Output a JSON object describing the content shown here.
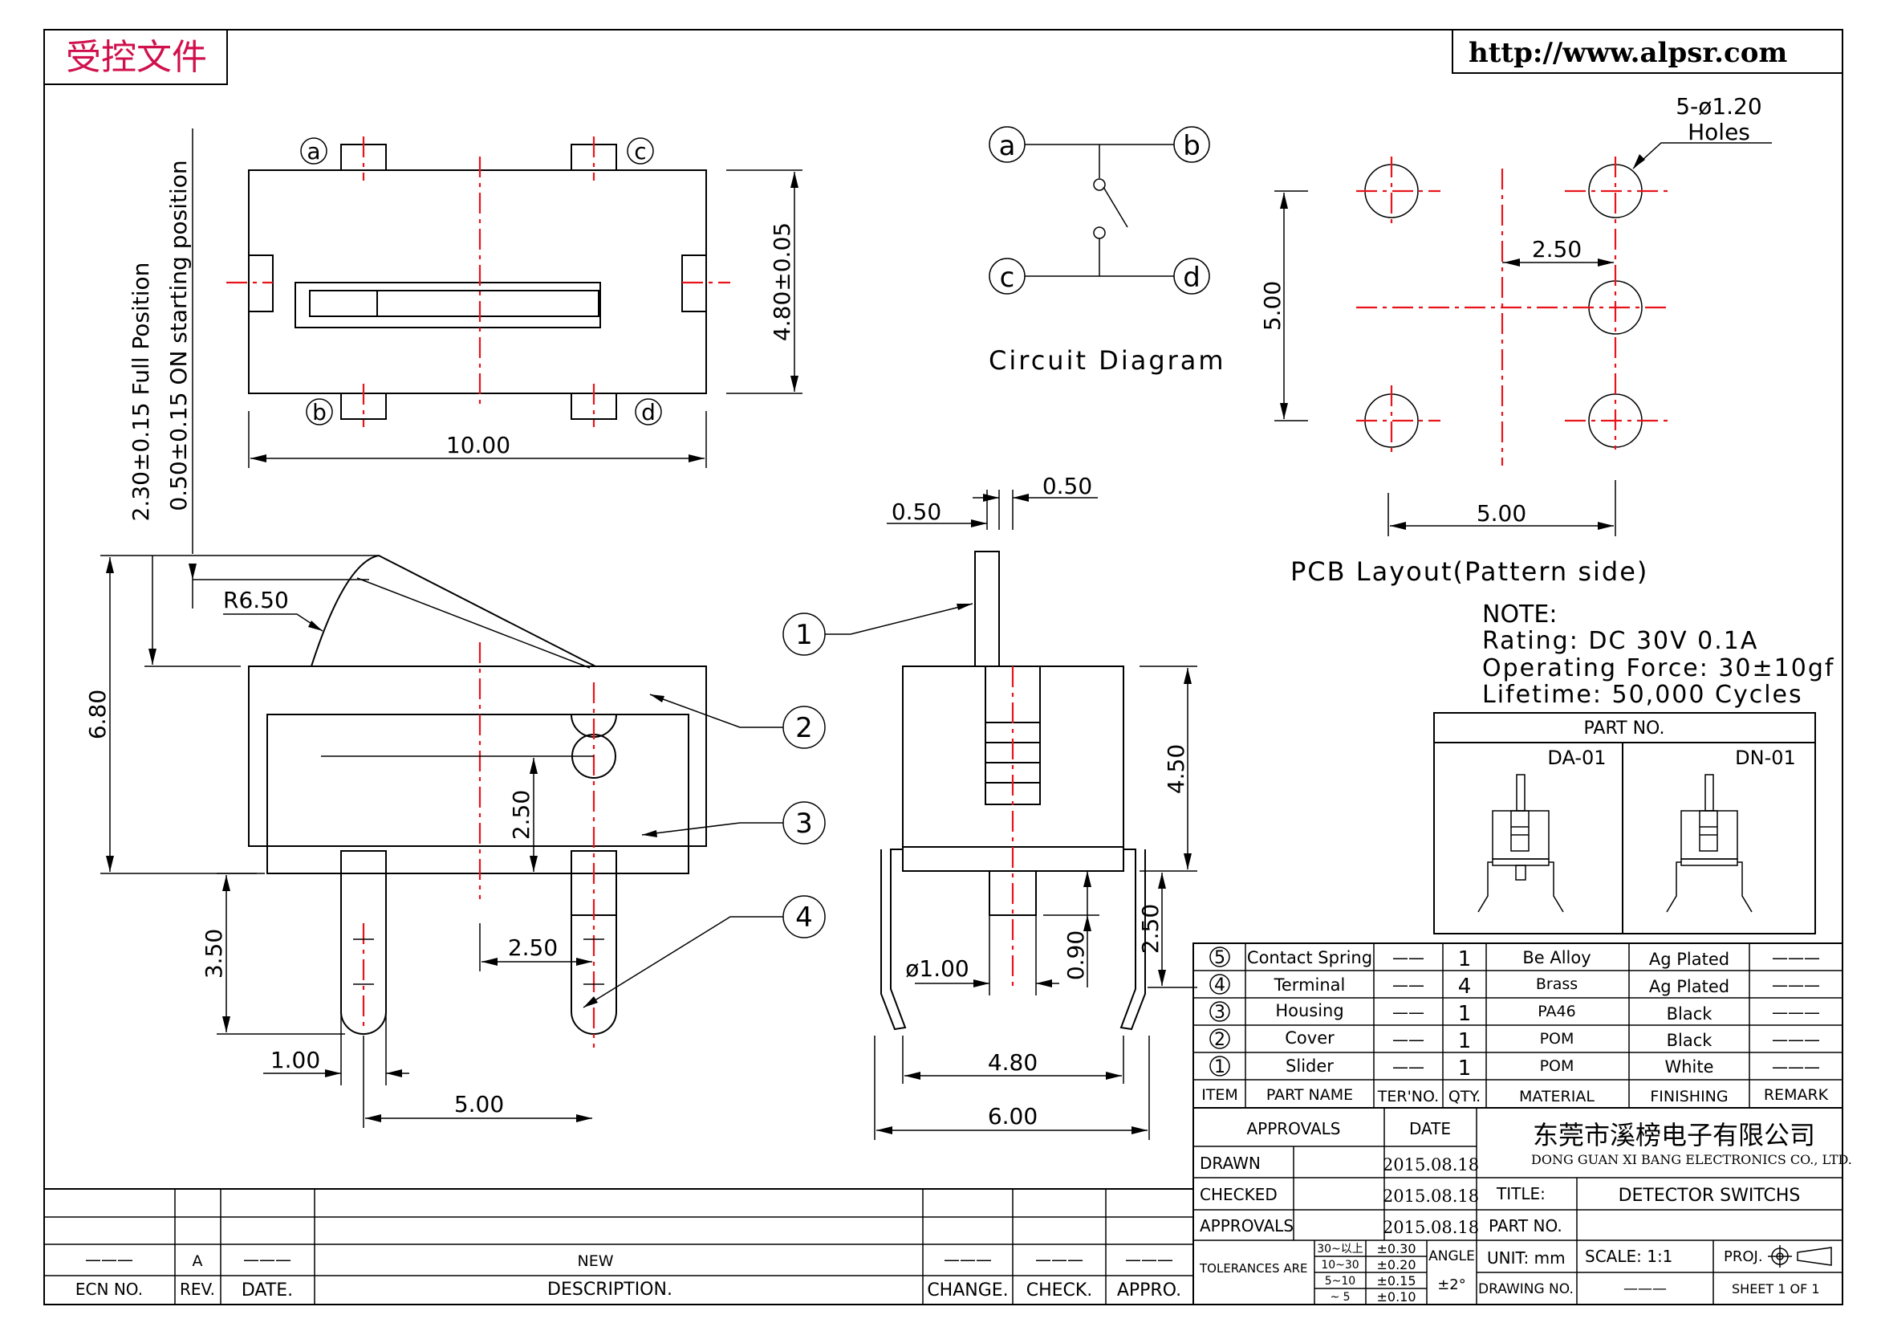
{
  "stamp": "受控文件",
  "website": "http://www.alpsr.com",
  "top_view": {
    "dim_width": "10.00",
    "dim_height": "4.80±0.05",
    "pins": [
      "a",
      "c",
      "b",
      "d"
    ],
    "pos_full": "2.30±0.15 Full Position",
    "pos_on": "0.50±0.15 ON starting position"
  },
  "circuit": {
    "title": "Circuit Diagram",
    "terminals": [
      "a",
      "b",
      "c",
      "d"
    ]
  },
  "pcb": {
    "title": "PCB Layout(Pattern side)",
    "holes_label": [
      "5-ø1.20",
      "Holes"
    ],
    "dim_pitch": "2.50",
    "dim_height": "5.00",
    "dim_width": "5.00"
  },
  "notes": {
    "heading": "NOTE:",
    "lines": [
      "Rating: DC 30V 0.1A",
      "Operating Force: 30±10gf",
      "Lifetime:  50,000 Cycles"
    ]
  },
  "front_view": {
    "dim_radius": "R6.50",
    "dim_total": "6.80",
    "dim_slider": "2.50",
    "dim_pin": "3.50",
    "dim_pin_w": "1.00",
    "dim_pin_gap": "2.50",
    "dim_pitch": "5.00",
    "callouts": [
      "2",
      "3",
      "4"
    ]
  },
  "side_view": {
    "dim_a": "0.50",
    "dim_b": "0.50",
    "dim_body": "4.50",
    "dim_leg": "2.50",
    "dim_dia": "ø1.00",
    "dim_090": "0.90",
    "dim_480": "4.80",
    "dim_600": "6.00",
    "callout": "1"
  },
  "part_no": {
    "header": "PART NO.",
    "variants": [
      "DA-01",
      "DN-01"
    ]
  },
  "bom": {
    "rows": [
      {
        "item": "5",
        "name": "Contact Spring",
        "ter": "——",
        "qty": "1",
        "material": "Be Alloy",
        "finishing": "Ag Plated",
        "remark": "———"
      },
      {
        "item": "4",
        "name": "Terminal",
        "ter": "——",
        "qty": "4",
        "material": "Brass",
        "finishing": "Ag Plated",
        "remark": "———"
      },
      {
        "item": "3",
        "name": "Housing",
        "ter": "——",
        "qty": "1",
        "material": "PA46",
        "finishing": "Black",
        "remark": "———"
      },
      {
        "item": "2",
        "name": "Cover",
        "ter": "——",
        "qty": "1",
        "material": "POM",
        "finishing": "Black",
        "remark": "———"
      },
      {
        "item": "1",
        "name": "Slider",
        "ter": "——",
        "qty": "1",
        "material": "POM",
        "finishing": "White",
        "remark": "———"
      }
    ],
    "headers": [
      "ITEM",
      "PART NAME",
      "TER'NO.",
      "QTY.",
      "MATERIAL",
      "FINISHING",
      "REMARK"
    ]
  },
  "title_block": {
    "approvals": "APPROVALS",
    "date": "DATE",
    "company_cn": "东莞市溪榜电子有限公司",
    "company_en": "DONG GUAN XI BANG ELECTRONICS CO., LTD.",
    "rows": [
      {
        "label": "DRAWN",
        "date": "2015.08.18"
      },
      {
        "label": "CHECKED",
        "date": "2015.08.18"
      },
      {
        "label": "APPROVALS",
        "date": "2015.08.18"
      }
    ],
    "title_label": "TITLE:",
    "title_value": "DETECTOR SWITCHS",
    "part_no_label": "PART NO.",
    "tolerances_label": "TOLERANCES ARE",
    "tolerances": [
      {
        "range": "30~以上",
        "tol": "±0.30"
      },
      {
        "range": "10~30",
        "tol": "±0.20"
      },
      {
        "range": "5~10",
        "tol": "±0.15"
      },
      {
        "range": "~ 5",
        "tol": "±0.10"
      }
    ],
    "angle_label": "ANGLE",
    "angle_value": "±2°",
    "unit": "UNIT:  mm",
    "scale": "SCALE:   1:1",
    "proj": "PROJ.",
    "drawing_no": "DRAWING NO.",
    "drawing_no_value": "———",
    "sheet": "SHEET   1  OF  1"
  },
  "revision": {
    "row1": [
      "———",
      "A",
      "———",
      "NEW",
      "———",
      "———",
      "———"
    ],
    "headers": [
      "ECN NO.",
      "REV.",
      "DATE.",
      "DESCRIPTION.",
      "CHANGE.",
      "CHECK.",
      "APPRO."
    ]
  }
}
